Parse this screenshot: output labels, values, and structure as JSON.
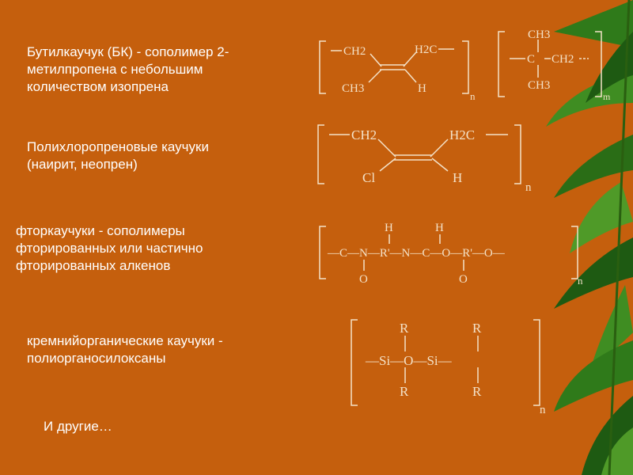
{
  "colors": {
    "background": "#c55f0d",
    "text": "#ffffff",
    "formula": "#f4e2c8",
    "leaf_dark": "#1e5a12",
    "leaf_light": "#4f9a28"
  },
  "blocks": [
    {
      "id": "butyl",
      "text": "Бутилкаучук (БК) - сополимер 2-\nметилпропена с небольшим\nколичеством изопрена"
    },
    {
      "id": "chloroprene",
      "text": "Полихлоропреновые каучуки\n(наирит, неопрен)"
    },
    {
      "id": "fluoro",
      "text": "фторкаучуки - сополимеры\nфторированных или частично\nфторированных алкенов"
    },
    {
      "id": "silicone",
      "text": "кремнийорганические каучуки -\nполиорганосилоксаны"
    },
    {
      "id": "others",
      "text": "И другие…"
    }
  ],
  "formulas": {
    "butyl_a": {
      "ch2": "CH2",
      "ch3": "CH3",
      "h2c": "H2C",
      "h": "H",
      "sub": "n"
    },
    "butyl_b": {
      "ch3_top": "CH3",
      "c": "C",
      "ch2": "CH2",
      "ch3_bottom": "CH3",
      "sub": "m"
    },
    "chloroprene": {
      "ch2": "CH2",
      "cl": "Cl",
      "h2c": "H2C",
      "h": "H",
      "sub": "n"
    },
    "fluoro": {
      "h1": "H",
      "h2": "H",
      "chain": "—C—N—R'—N—C—O—R'—O—",
      "o1": "O",
      "o2": "O",
      "sub": "n"
    },
    "silicone": {
      "r1": "R",
      "r2": "R",
      "r3": "R",
      "r4": "R",
      "chain": "—Si—O—Si—",
      "sub": "n"
    }
  }
}
